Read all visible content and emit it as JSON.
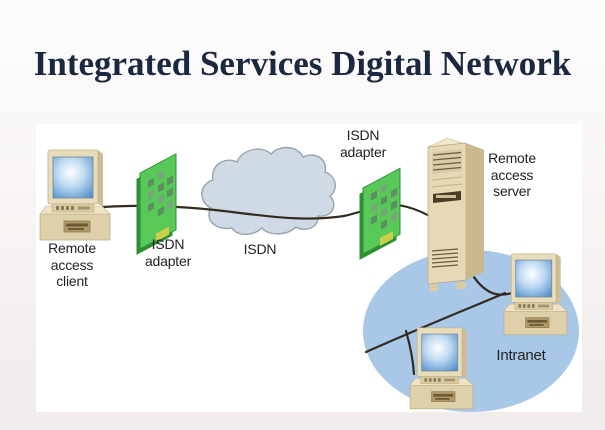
{
  "title": "Integrated Services Digital Network",
  "diagram": {
    "labels": {
      "client": "Remote\naccess\nclient",
      "adapter1": "ISDN\nadapter",
      "cloud": "ISDN",
      "adapter2": "ISDN\nadapter",
      "server": "Remote\naccess\nserver",
      "intranet": "Intranet"
    },
    "colors": {
      "title_text": "#1a2840",
      "label_text": "#222222",
      "intranet_ellipse": "#a9c7e7",
      "cloud_fill": "#cfdae6",
      "cloud_stroke": "#99a3ad",
      "cable": "#332b20",
      "adapter_green": "#58c858",
      "device_beige": "#e8dcba",
      "screen_blue": "#4e8cc9",
      "panel_background": "#ffffff",
      "page_background": "#f6f2f1"
    }
  }
}
